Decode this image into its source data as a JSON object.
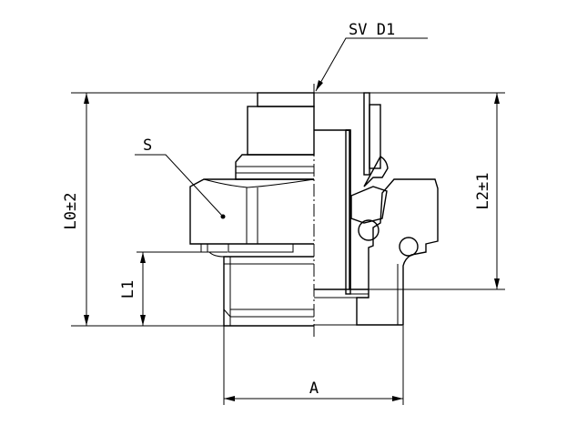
{
  "labels": {
    "sv_d1": "SV D1",
    "s": "S",
    "l0": "L0±2",
    "l1": "L1",
    "l2": "L2±1",
    "a": "A"
  },
  "colors": {
    "line": "#000000",
    "background": "#ffffff"
  }
}
